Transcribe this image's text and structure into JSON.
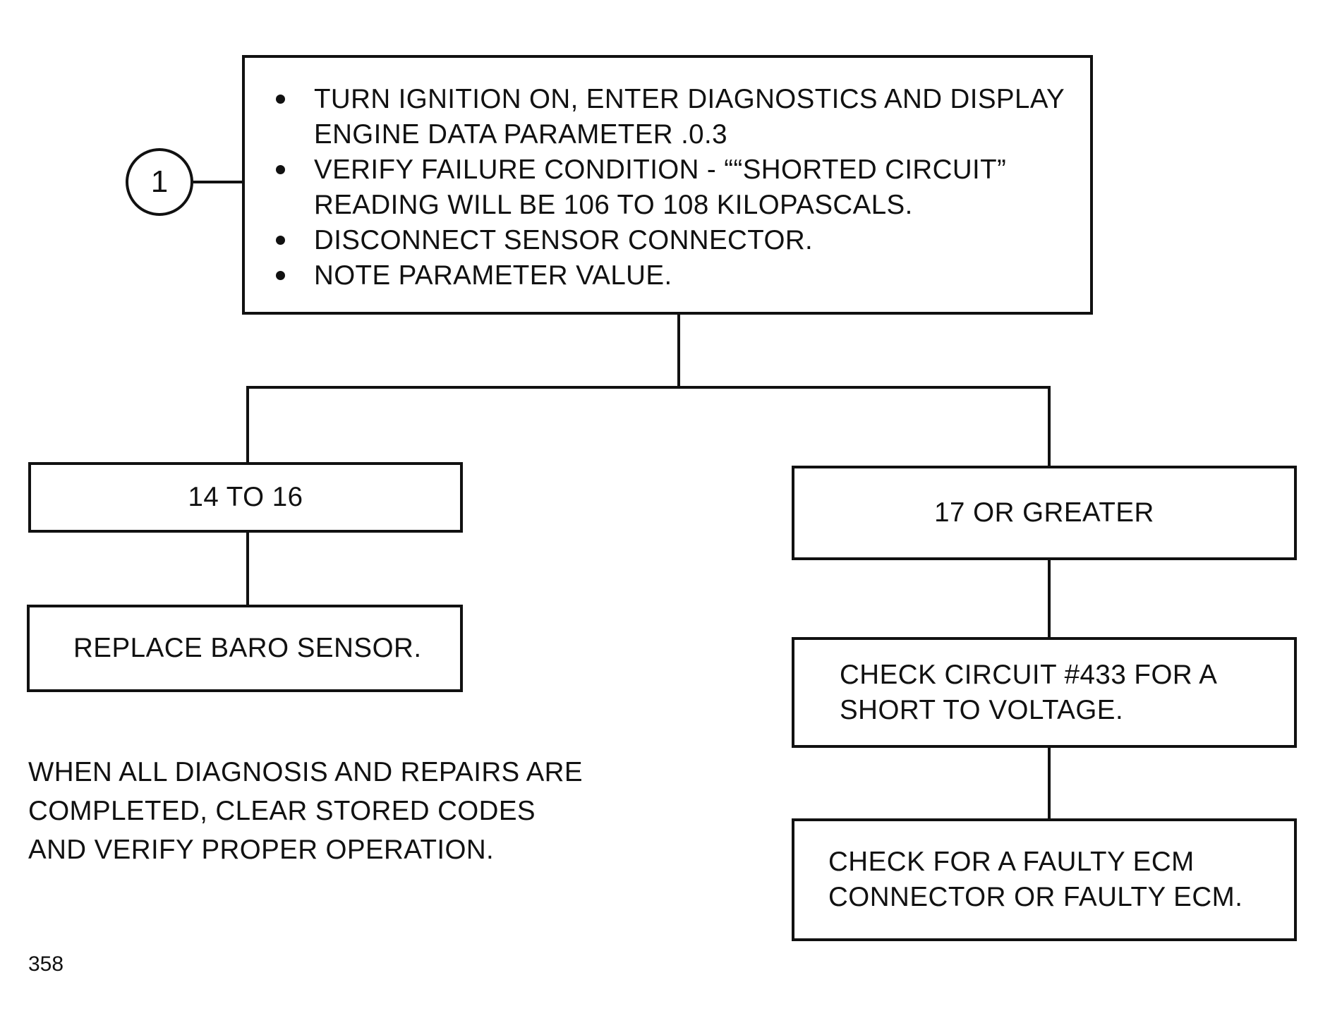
{
  "step": {
    "number": "1",
    "instructions": [
      "TURN IGNITION ON, ENTER DIAGNOSTICS AND DISPLAY ENGINE DATA PARAMETER .0.3",
      "VERIFY FAILURE CONDITION - ““SHORTED CIRCUIT” READING WILL BE 106 TO 108 KILOPASCALS.",
      "DISCONNECT SENSOR CONNECTOR.",
      "NOTE PARAMETER VALUE."
    ]
  },
  "branches": {
    "left": {
      "condition": "14 TO 16",
      "actions": [
        "REPLACE BARO SENSOR."
      ]
    },
    "right": {
      "condition": "17 OR GREATER",
      "actions": [
        "CHECK CIRCUIT #433 FOR A SHORT TO VOLTAGE.",
        "CHECK FOR A FAULTY ECM CONNECTOR OR FAULTY ECM."
      ]
    }
  },
  "note": {
    "lines": [
      "WHEN ALL DIAGNOSIS AND REPAIRS ARE",
      "COMPLETED, CLEAR STORED CODES",
      "AND VERIFY PROPER OPERATION."
    ]
  },
  "page_number": "358"
}
